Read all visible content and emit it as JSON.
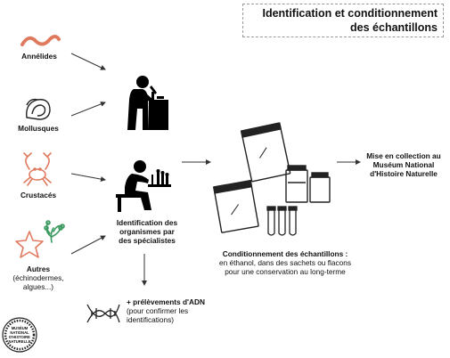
{
  "title": {
    "line1": "Identification et conditionnement",
    "line2": "des échantillons"
  },
  "taxa": [
    {
      "label": "Annélides",
      "icon": "worm-icon",
      "color": "#e07a5f"
    },
    {
      "label": "Mollusques",
      "icon": "shell-icon",
      "color": "#222222"
    },
    {
      "label": "Crustacés",
      "icon": "crab-icon",
      "color": "#e07a5f"
    },
    {
      "label": "Autres",
      "sublabel_1": "(échinodermes,",
      "sublabel_2": "algues...)",
      "icon": "starfish-icon",
      "color": "#e07a5f",
      "secondary_color": "#3a9a5f"
    }
  ],
  "identification": {
    "line1": "Identification des",
    "line2": "organismes par",
    "line3": "des spécialistes"
  },
  "dna": {
    "line1": "+ prélèvements d'ADN",
    "line2": "(pour confirmer les",
    "line3": "identifications)"
  },
  "conditioning": {
    "title": "Conditionnement des échantillons :",
    "line2": "en éthanol, dans des sachets ou flacons",
    "line3": "pour une conservation au long-terme"
  },
  "collection": {
    "line1": "Mise en collection au",
    "line2": "Muséum National",
    "line3": "d'Histoire Naturelle"
  },
  "logo": {
    "line1": "MUSÉUM",
    "line2": "NATIONAL D'HISTOIRE",
    "line3": "NATURELLE"
  }
}
